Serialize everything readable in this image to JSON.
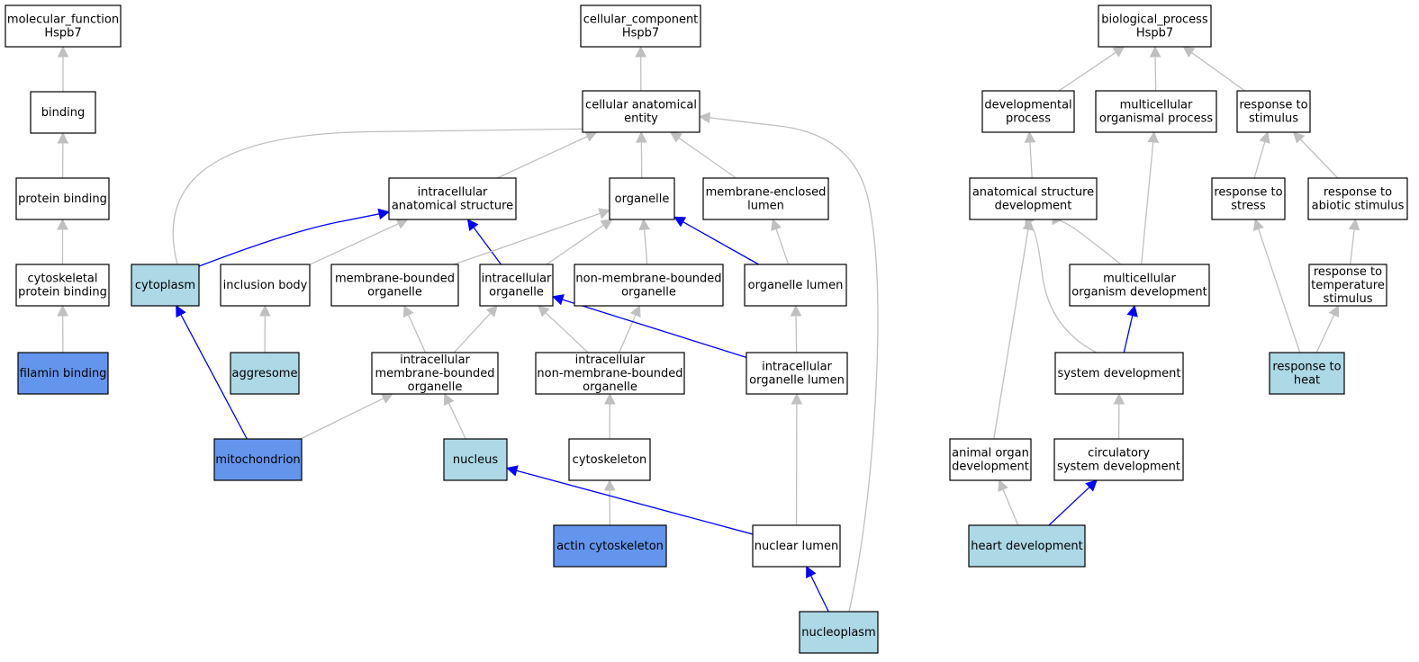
{
  "styles": {
    "colors": {
      "plain": "#ffffff",
      "light": "#add8e6",
      "dark": "#6495ed",
      "edge_gray": "#c0c0c0",
      "edge_blue": "#0000ff"
    }
  },
  "nodes": {
    "mf": {
      "lines": [
        "molecular_function",
        "Hspb7"
      ],
      "fill": "plain"
    },
    "binding": {
      "lines": [
        "binding"
      ],
      "fill": "plain"
    },
    "protein_binding": {
      "lines": [
        "protein binding"
      ],
      "fill": "plain"
    },
    "cytoskeletal_pb": {
      "lines": [
        "cytoskeletal",
        "protein binding"
      ],
      "fill": "plain"
    },
    "filamin": {
      "lines": [
        "filamin binding"
      ],
      "fill": "dark"
    },
    "cc": {
      "lines": [
        "cellular_component",
        "Hspb7"
      ],
      "fill": "plain"
    },
    "cae": {
      "lines": [
        "cellular anatomical",
        "entity"
      ],
      "fill": "plain"
    },
    "ias": {
      "lines": [
        "intracellular",
        "anatomical structure"
      ],
      "fill": "plain"
    },
    "organelle": {
      "lines": [
        "organelle"
      ],
      "fill": "plain"
    },
    "mel": {
      "lines": [
        "membrane-enclosed",
        "lumen"
      ],
      "fill": "plain"
    },
    "cytoplasm": {
      "lines": [
        "cytoplasm"
      ],
      "fill": "light"
    },
    "inclusion": {
      "lines": [
        "inclusion body"
      ],
      "fill": "plain"
    },
    "mbo": {
      "lines": [
        "membrane-bounded",
        "organelle"
      ],
      "fill": "plain"
    },
    "io": {
      "lines": [
        "intracellular",
        "organelle"
      ],
      "fill": "plain"
    },
    "nmbo": {
      "lines": [
        "non-membrane-bounded",
        "organelle"
      ],
      "fill": "plain"
    },
    "ol": {
      "lines": [
        "organelle lumen"
      ],
      "fill": "plain"
    },
    "aggresome": {
      "lines": [
        "aggresome"
      ],
      "fill": "light"
    },
    "imbo": {
      "lines": [
        "intracellular",
        "membrane-bounded",
        "organelle"
      ],
      "fill": "plain"
    },
    "inmbo": {
      "lines": [
        "intracellular",
        "non-membrane-bounded",
        "organelle"
      ],
      "fill": "plain"
    },
    "iol": {
      "lines": [
        "intracellular",
        "organelle lumen"
      ],
      "fill": "plain"
    },
    "mito": {
      "lines": [
        "mitochondrion"
      ],
      "fill": "dark"
    },
    "nucleus": {
      "lines": [
        "nucleus"
      ],
      "fill": "light"
    },
    "cytoskeleton": {
      "lines": [
        "cytoskeleton"
      ],
      "fill": "plain"
    },
    "actin": {
      "lines": [
        "actin cytoskeleton"
      ],
      "fill": "dark"
    },
    "nl": {
      "lines": [
        "nuclear lumen"
      ],
      "fill": "plain"
    },
    "nucleoplasm": {
      "lines": [
        "nucleoplasm"
      ],
      "fill": "light"
    },
    "bp": {
      "lines": [
        "biological_process",
        "Hspb7"
      ],
      "fill": "plain"
    },
    "dev": {
      "lines": [
        "developmental",
        "process"
      ],
      "fill": "plain"
    },
    "mop": {
      "lines": [
        "multicellular",
        "organismal process"
      ],
      "fill": "plain"
    },
    "rs": {
      "lines": [
        "response to",
        "stimulus"
      ],
      "fill": "plain"
    },
    "asd": {
      "lines": [
        "anatomical structure",
        "development"
      ],
      "fill": "plain"
    },
    "rstress": {
      "lines": [
        "response to",
        "stress"
      ],
      "fill": "plain"
    },
    "ras": {
      "lines": [
        "response to",
        "abiotic stimulus"
      ],
      "fill": "plain"
    },
    "mod": {
      "lines": [
        "multicellular",
        "organism development"
      ],
      "fill": "plain"
    },
    "rts": {
      "lines": [
        "response to",
        "temperature",
        "stimulus"
      ],
      "fill": "plain"
    },
    "sd": {
      "lines": [
        "system development"
      ],
      "fill": "plain"
    },
    "rheat": {
      "lines": [
        "response to",
        "heat"
      ],
      "fill": "light"
    },
    "aod": {
      "lines": [
        "animal organ",
        "development"
      ],
      "fill": "plain"
    },
    "csd": {
      "lines": [
        "circulatory",
        "system development"
      ],
      "fill": "plain"
    },
    "heart": {
      "lines": [
        "heart development"
      ],
      "fill": "light"
    }
  },
  "edges": [
    {
      "from": "binding",
      "to": "mf",
      "color": "gray"
    },
    {
      "from": "protein_binding",
      "to": "binding",
      "color": "gray"
    },
    {
      "from": "cytoskeletal_pb",
      "to": "protein_binding",
      "color": "gray"
    },
    {
      "from": "filamin",
      "to": "cytoskeletal_pb",
      "color": "gray"
    },
    {
      "from": "cae",
      "to": "cc",
      "color": "gray"
    },
    {
      "from": "ias",
      "to": "cae",
      "color": "gray"
    },
    {
      "from": "organelle",
      "to": "cae",
      "color": "gray"
    },
    {
      "from": "mel",
      "to": "cae",
      "color": "gray"
    },
    {
      "from": "cytoplasm",
      "to": "cae",
      "color": "gray"
    },
    {
      "from": "nucleoplasm",
      "to": "cae",
      "color": "gray"
    },
    {
      "from": "cytoplasm",
      "to": "ias",
      "color": "blue"
    },
    {
      "from": "inclusion",
      "to": "ias",
      "color": "gray"
    },
    {
      "from": "io",
      "to": "ias",
      "color": "blue"
    },
    {
      "from": "mbo",
      "to": "organelle",
      "color": "gray"
    },
    {
      "from": "io",
      "to": "organelle",
      "color": "gray"
    },
    {
      "from": "nmbo",
      "to": "organelle",
      "color": "gray"
    },
    {
      "from": "ol",
      "to": "organelle",
      "color": "blue"
    },
    {
      "from": "ol",
      "to": "mel",
      "color": "gray"
    },
    {
      "from": "aggresome",
      "to": "inclusion",
      "color": "gray"
    },
    {
      "from": "imbo",
      "to": "mbo",
      "color": "gray"
    },
    {
      "from": "imbo",
      "to": "io",
      "color": "gray"
    },
    {
      "from": "inmbo",
      "to": "io",
      "color": "gray"
    },
    {
      "from": "inmbo",
      "to": "nmbo",
      "color": "gray"
    },
    {
      "from": "iol",
      "to": "io",
      "color": "blue"
    },
    {
      "from": "iol",
      "to": "ol",
      "color": "gray"
    },
    {
      "from": "mito",
      "to": "cytoplasm",
      "color": "blue"
    },
    {
      "from": "mito",
      "to": "imbo",
      "color": "gray"
    },
    {
      "from": "nucleus",
      "to": "imbo",
      "color": "gray"
    },
    {
      "from": "cytoskeleton",
      "to": "inmbo",
      "color": "gray"
    },
    {
      "from": "nl",
      "to": "iol",
      "color": "gray"
    },
    {
      "from": "actin",
      "to": "cytoskeleton",
      "color": "gray"
    },
    {
      "from": "nl",
      "to": "nucleus",
      "color": "blue"
    },
    {
      "from": "nucleoplasm",
      "to": "nl",
      "color": "blue"
    },
    {
      "from": "dev",
      "to": "bp",
      "color": "gray"
    },
    {
      "from": "mop",
      "to": "bp",
      "color": "gray"
    },
    {
      "from": "rs",
      "to": "bp",
      "color": "gray"
    },
    {
      "from": "asd",
      "to": "dev",
      "color": "gray"
    },
    {
      "from": "mod",
      "to": "mop",
      "color": "gray"
    },
    {
      "from": "rstress",
      "to": "rs",
      "color": "gray"
    },
    {
      "from": "ras",
      "to": "rs",
      "color": "gray"
    },
    {
      "from": "mod",
      "to": "asd",
      "color": "gray"
    },
    {
      "from": "sd",
      "to": "asd",
      "color": "gray"
    },
    {
      "from": "aod",
      "to": "asd",
      "color": "gray"
    },
    {
      "from": "sd",
      "to": "mod",
      "color": "blue"
    },
    {
      "from": "rts",
      "to": "ras",
      "color": "gray"
    },
    {
      "from": "csd",
      "to": "sd",
      "color": "gray"
    },
    {
      "from": "rheat",
      "to": "rstress",
      "color": "gray"
    },
    {
      "from": "rheat",
      "to": "rts",
      "color": "gray"
    },
    {
      "from": "heart",
      "to": "aod",
      "color": "gray"
    },
    {
      "from": "heart",
      "to": "csd",
      "color": "blue"
    }
  ]
}
